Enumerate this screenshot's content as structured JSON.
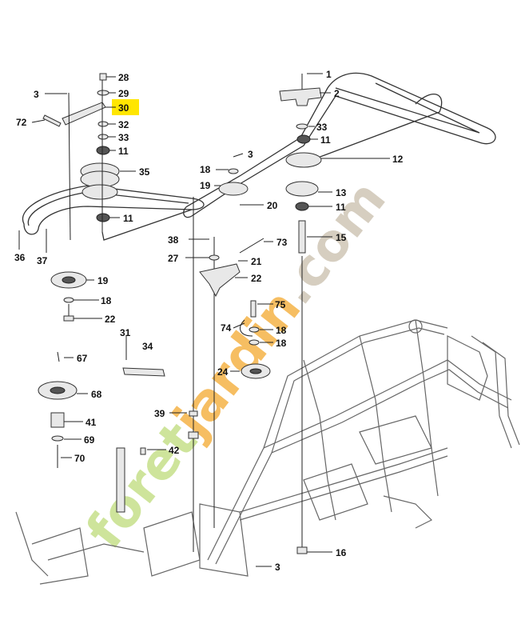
{
  "highlight": {
    "number": "30",
    "color": "#ffe600"
  },
  "watermark": {
    "text": "foretjardin.com",
    "color_green": "#c6e08a",
    "color_grey": "#cfc6b6",
    "color_orange": "#f5b347"
  },
  "labels": [
    {
      "id": "p28",
      "text": "28"
    },
    {
      "id": "p3a",
      "text": "3"
    },
    {
      "id": "p29",
      "text": "29"
    },
    {
      "id": "p30",
      "text": "30"
    },
    {
      "id": "p72",
      "text": "72"
    },
    {
      "id": "p32",
      "text": "32"
    },
    {
      "id": "p33a",
      "text": "33"
    },
    {
      "id": "p11a",
      "text": "11"
    },
    {
      "id": "p35",
      "text": "35"
    },
    {
      "id": "p11b",
      "text": "11"
    },
    {
      "id": "p36",
      "text": "36"
    },
    {
      "id": "p37",
      "text": "37"
    },
    {
      "id": "p19a",
      "text": "19"
    },
    {
      "id": "p18a",
      "text": "18"
    },
    {
      "id": "p22a",
      "text": "22"
    },
    {
      "id": "p31",
      "text": "31"
    },
    {
      "id": "p34",
      "text": "34"
    },
    {
      "id": "p67",
      "text": "67"
    },
    {
      "id": "p68",
      "text": "68"
    },
    {
      "id": "p41",
      "text": "41"
    },
    {
      "id": "p69",
      "text": "69"
    },
    {
      "id": "p70",
      "text": "70"
    },
    {
      "id": "p1",
      "text": "1"
    },
    {
      "id": "p2",
      "text": "2"
    },
    {
      "id": "p33b",
      "text": "33"
    },
    {
      "id": "p11c",
      "text": "11"
    },
    {
      "id": "p12",
      "text": "12"
    },
    {
      "id": "p3b",
      "text": "3"
    },
    {
      "id": "p18b",
      "text": "18"
    },
    {
      "id": "p19b",
      "text": "19"
    },
    {
      "id": "p13",
      "text": "13"
    },
    {
      "id": "p20",
      "text": "20"
    },
    {
      "id": "p11d",
      "text": "11"
    },
    {
      "id": "p38",
      "text": "38"
    },
    {
      "id": "p73",
      "text": "73"
    },
    {
      "id": "p15",
      "text": "15"
    },
    {
      "id": "p27",
      "text": "27"
    },
    {
      "id": "p21",
      "text": "21"
    },
    {
      "id": "p22b",
      "text": "22"
    },
    {
      "id": "p75",
      "text": "75"
    },
    {
      "id": "p74",
      "text": "74"
    },
    {
      "id": "p18c",
      "text": "18"
    },
    {
      "id": "p18d",
      "text": "18"
    },
    {
      "id": "p24",
      "text": "24"
    },
    {
      "id": "p39",
      "text": "39"
    },
    {
      "id": "p42",
      "text": "42"
    },
    {
      "id": "p16",
      "text": "16"
    },
    {
      "id": "p3c",
      "text": "3"
    }
  ]
}
